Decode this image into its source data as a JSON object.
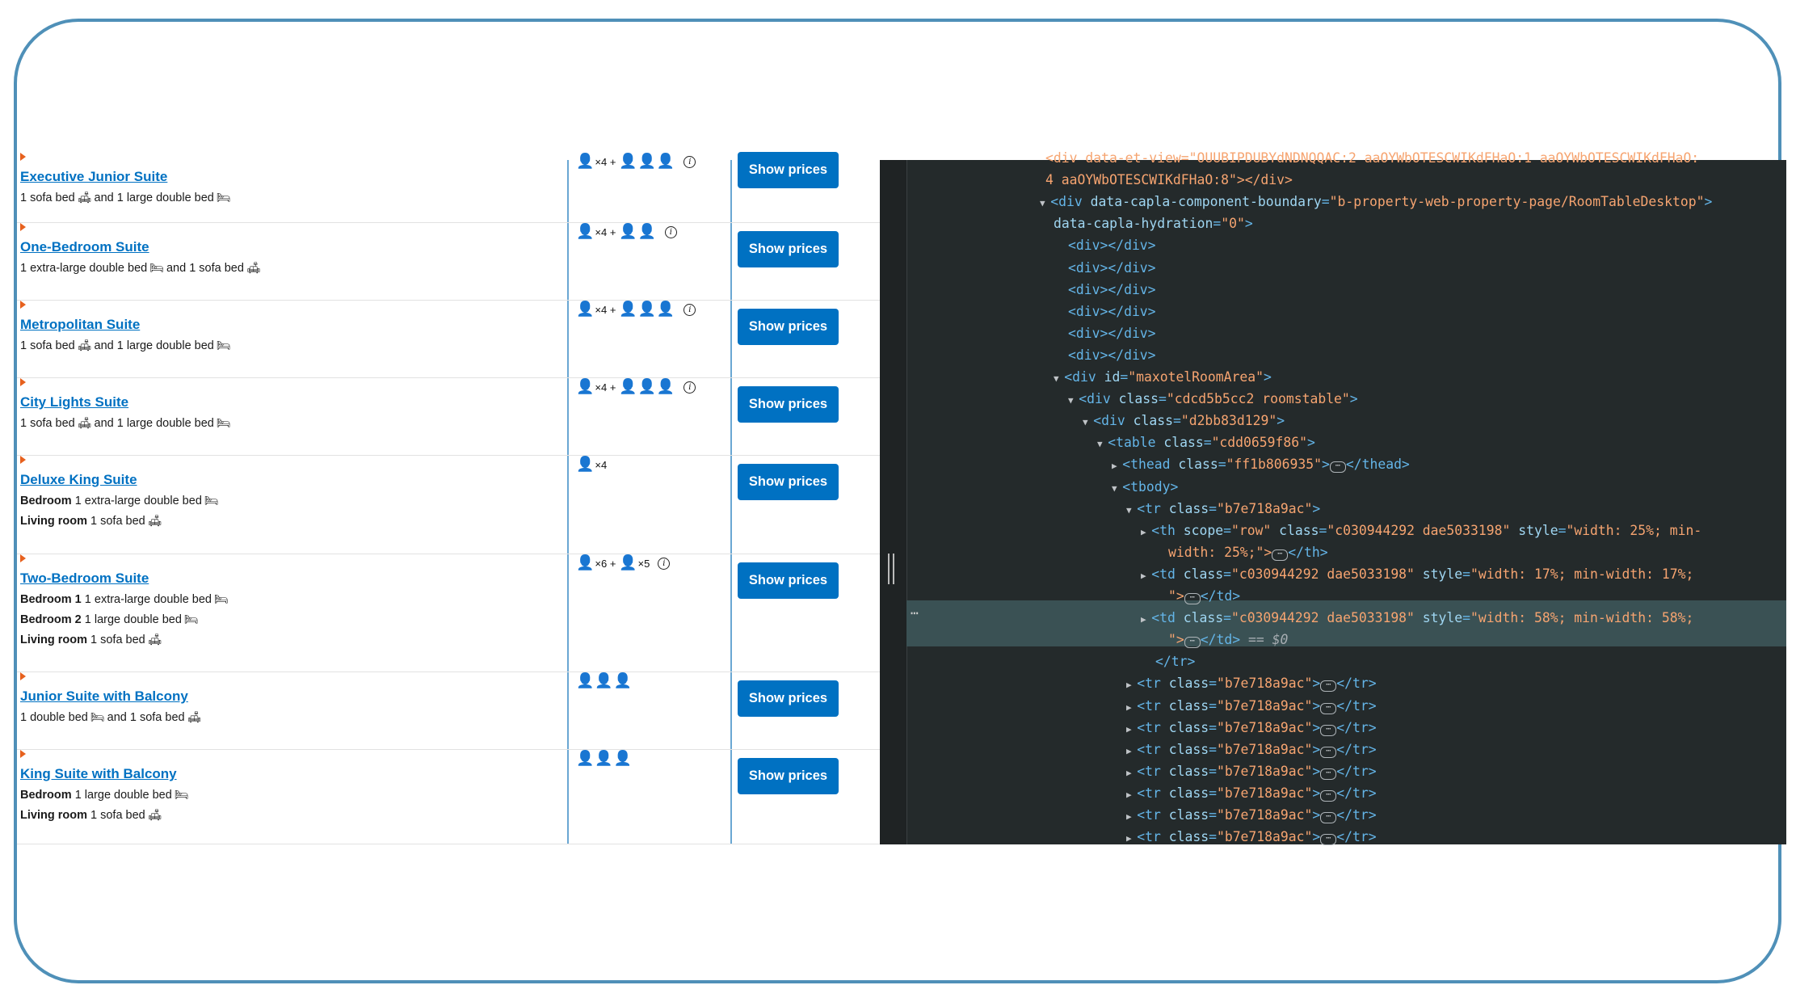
{
  "occ_icons": {
    "person": "👤",
    "plus": "+",
    "times": "×"
  },
  "rooms": [
    {
      "name": "Executive Junior Suite",
      "beds": [
        {
          "label": "",
          "text": "1 sofa bed",
          "icon": "sofa-bed-icon",
          "join": "and 1 large double bed",
          "icon2": "double-bed-icon"
        }
      ],
      "occupancy": {
        "adults": "4",
        "kids_icons": "3",
        "info": true
      },
      "button": "Show prices"
    },
    {
      "name": "One-Bedroom Suite",
      "beds": [
        {
          "label": "",
          "text": "1 extra-large double bed",
          "icon": "double-bed-icon",
          "join": "and 1 sofa bed",
          "icon2": "sofa-bed-icon"
        }
      ],
      "occupancy": {
        "adults": "4",
        "kids_icons": "2",
        "info": true
      },
      "button": "Show prices"
    },
    {
      "name": "Metropolitan Suite",
      "beds": [
        {
          "label": "",
          "text": "1 sofa bed",
          "icon": "sofa-bed-icon",
          "join": "and 1 large double bed",
          "icon2": "double-bed-icon"
        }
      ],
      "occupancy": {
        "adults": "4",
        "kids_icons": "3",
        "info": true
      },
      "button": "Show prices"
    },
    {
      "name": "City Lights Suite",
      "beds": [
        {
          "label": "",
          "text": "1 sofa bed",
          "icon": "sofa-bed-icon",
          "join": "and 1 large double bed",
          "icon2": "double-bed-icon"
        }
      ],
      "occupancy": {
        "adults": "4",
        "kids_icons": "3",
        "info": true
      },
      "button": "Show prices"
    },
    {
      "name": "Deluxe King Suite",
      "beds": [
        {
          "label": "Bedroom",
          "text": "1 extra-large double bed",
          "icon": "double-bed-icon"
        },
        {
          "label": "Living room",
          "text": "1 sofa bed",
          "icon": "sofa-bed-icon"
        }
      ],
      "occupancy": {
        "adults": "4"
      },
      "button": "Show prices"
    },
    {
      "name": "Two-Bedroom Suite",
      "beds": [
        {
          "label": "Bedroom 1",
          "text": "1 extra-large double bed",
          "icon": "double-bed-icon"
        },
        {
          "label": "Bedroom 2",
          "text": "1 large double bed",
          "icon": "double-bed-icon"
        },
        {
          "label": "Living room",
          "text": "1 sofa bed",
          "icon": "sofa-bed-icon"
        }
      ],
      "occupancy": {
        "adults": "6",
        "kids": "5",
        "info": true
      },
      "button": "Show prices"
    },
    {
      "name": "Junior Suite with Balcony",
      "beds": [
        {
          "label": "",
          "text": "1 double bed",
          "icon": "double-bed-icon",
          "join": "and 1 sofa bed",
          "icon2": "sofa-bed-icon"
        }
      ],
      "occupancy": {
        "persons_icons": "3"
      },
      "button": "Show prices"
    },
    {
      "name": "King Suite with Balcony",
      "beds": [
        {
          "label": "Bedroom",
          "text": "1 large double bed",
          "icon": "double-bed-icon"
        },
        {
          "label": "Living room",
          "text": "1 sofa bed",
          "icon": "sofa-bed-icon"
        }
      ],
      "occupancy": {
        "persons_icons": "3"
      },
      "button": "Show prices"
    }
  ],
  "devtools": {
    "lines": [
      {
        "indent": 0,
        "raw": "<div data-et-view=\"OUUBIPDUBYdNDNQQAC:2 aaOYWbOTESCWIKdFHaO:1 aaOYWbOTESCWIKdFHaO:"
      },
      {
        "indent": 0,
        "raw": "4 aaOYWbOTESCWIKdFHaO:8\"></div>"
      },
      {
        "tri": "▼",
        "tag": "div",
        "attrs": [
          [
            "data-capla-component-boundary",
            "b-property-web-property-page/RoomTableDesktop"
          ]
        ]
      },
      {
        "cont": "data-capla-hydration",
        "cont_val": "0"
      },
      {
        "tag_empty": "div"
      },
      {
        "tag_empty": "div"
      },
      {
        "tag_empty": "div"
      },
      {
        "tag_empty": "div"
      },
      {
        "tag_empty": "div"
      },
      {
        "tag_empty": "div"
      },
      {
        "tri": "▼",
        "tag": "div",
        "attrs": [
          [
            "id",
            "maxotelRoomArea"
          ]
        ]
      },
      {
        "tri": "▼",
        "tag": "div",
        "attrs": [
          [
            "class",
            "cdcd5b5cc2 roomstable"
          ]
        ]
      },
      {
        "tri": "▼",
        "tag": "div",
        "attrs": [
          [
            "class",
            "d2bb83d129"
          ]
        ]
      },
      {
        "tri": "▼",
        "tag": "table",
        "attrs": [
          [
            "class",
            "cdd0659f86"
          ]
        ]
      },
      {
        "tri": "▶",
        "tag": "thead",
        "attrs": [
          [
            "class",
            "ff1b806935"
          ]
        ],
        "collapsed": "thead"
      },
      {
        "tri": "▼",
        "tag": "tbody",
        "attrs": []
      },
      {
        "tri": "▼",
        "tag": "tr",
        "attrs": [
          [
            "class",
            "b7e718a9ac"
          ]
        ]
      },
      {
        "tri": "▶",
        "tag": "th",
        "attrs": [
          [
            "scope",
            "row"
          ],
          [
            "class",
            "c030944292 dae5033198"
          ],
          [
            "style",
            "width: 25%; min-"
          ]
        ]
      },
      {
        "cont_close": "width: 25%;\">",
        "close": "th"
      },
      {
        "tri": "▶",
        "tag": "td",
        "attrs": [
          [
            "class",
            "c030944292 dae5033198"
          ],
          [
            "style",
            "width: 17%; min-width: 17%;"
          ]
        ]
      },
      {
        "cont_close": "\">",
        "close": "td"
      },
      {
        "tri": "▶",
        "tag": "td",
        "attrs": [
          [
            "class",
            "c030944292 dae5033198"
          ],
          [
            "style",
            "width: 58%; min-width: 58%;"
          ]
        ],
        "selected": true
      },
      {
        "cont_close": "\">",
        "close": "td",
        "dollar": "== $0"
      },
      {
        "end": "tr"
      },
      {
        "tri": "▶",
        "tag": "tr",
        "attrs": [
          [
            "class",
            "b7e718a9ac"
          ]
        ],
        "collapsed": "tr"
      },
      {
        "tri": "▶",
        "tag": "tr",
        "attrs": [
          [
            "class",
            "b7e718a9ac"
          ]
        ],
        "collapsed": "tr"
      },
      {
        "tri": "▶",
        "tag": "tr",
        "attrs": [
          [
            "class",
            "b7e718a9ac"
          ]
        ],
        "collapsed": "tr"
      },
      {
        "tri": "▶",
        "tag": "tr",
        "attrs": [
          [
            "class",
            "b7e718a9ac"
          ]
        ],
        "collapsed": "tr"
      },
      {
        "tri": "▶",
        "tag": "tr",
        "attrs": [
          [
            "class",
            "b7e718a9ac"
          ]
        ],
        "collapsed": "tr"
      },
      {
        "tri": "▶",
        "tag": "tr",
        "attrs": [
          [
            "class",
            "b7e718a9ac"
          ]
        ],
        "collapsed": "tr"
      },
      {
        "tri": "▶",
        "tag": "tr",
        "attrs": [
          [
            "class",
            "b7e718a9ac"
          ]
        ],
        "collapsed": "tr"
      },
      {
        "tri": "▶",
        "tag": "tr",
        "attrs": [
          [
            "class",
            "b7e718a9ac"
          ]
        ],
        "collapsed": "tr"
      }
    ]
  },
  "colors": {
    "link": "#0071c2",
    "button": "#0071c2",
    "caret": "#e7611e",
    "devtools_bg": "#242a2b",
    "selected_row": "#3a5154"
  }
}
